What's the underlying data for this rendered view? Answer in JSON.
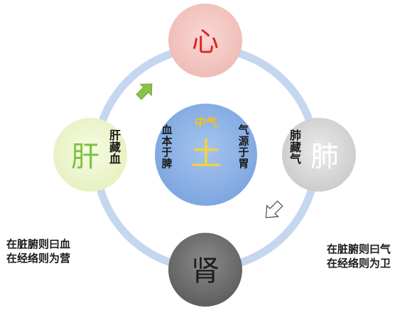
{
  "center": {
    "label": "中气",
    "char": "土",
    "left_text": "血本于脾",
    "right_text": "气源于胃"
  },
  "nodes": {
    "top": {
      "char": "心"
    },
    "left": {
      "char": "肝",
      "side_text": "肝藏血"
    },
    "right": {
      "char": "肺",
      "side_text": "肺藏气"
    },
    "bottom": {
      "char": "肾"
    }
  },
  "notes": {
    "left": [
      "在脏腑则曰血",
      "在经络则为营"
    ],
    "right": [
      "在脏腑则曰气",
      "在经络则为卫"
    ]
  },
  "colors": {
    "ring": "#c5d6ef",
    "center_fill": "#8cb2e6",
    "center_label": "#f0c21a",
    "center_char": "#f5d23a",
    "heart_fill": "#f3c7c2",
    "heart_char": "#e02020",
    "liver_fill": "#eef6cf",
    "liver_char": "#7cc241",
    "lung_fill": "#dcdcdc",
    "lung_char": "#ffffff",
    "kidney_fill": "#6e6e6e",
    "kidney_char": "#1c1c1c",
    "arrow_green": "#8ac249",
    "arrow_white": "#ffffff"
  },
  "icons": [
    "arrow-up-right-icon",
    "arrow-down-left-icon"
  ]
}
